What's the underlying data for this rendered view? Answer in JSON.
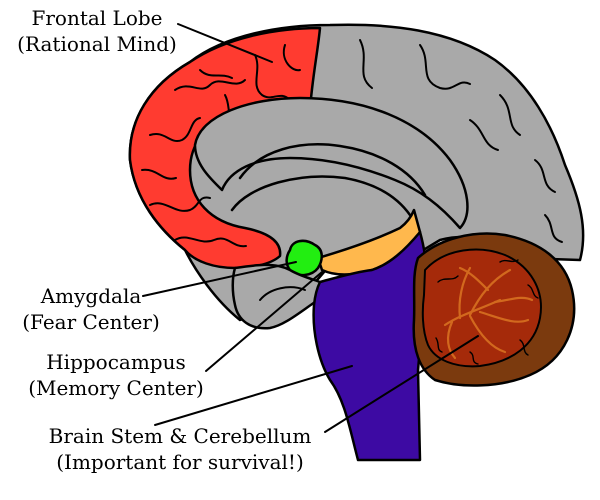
{
  "labels": {
    "frontal": {
      "name": "Frontal Lobe",
      "note": "(Rational Mind)"
    },
    "amygdala": {
      "name": "Amygdala",
      "note": "(Fear Center)"
    },
    "hippocampus": {
      "name": "Hippocampus",
      "note": "(Memory Center)"
    },
    "brainstem": {
      "name": "Brain Stem & Cerebellum",
      "note": "(Important for survival!)"
    }
  },
  "colors": {
    "frontal_lobe": "#ff3b30",
    "cortex": "#a9a9a9",
    "amygdala": "#22ee11",
    "hippocampus": "#ffb84d",
    "brain_stem": "#3d0aa3",
    "cerebellum_outer": "#7b3a0e",
    "cerebellum_inner": "#a52a0a"
  }
}
